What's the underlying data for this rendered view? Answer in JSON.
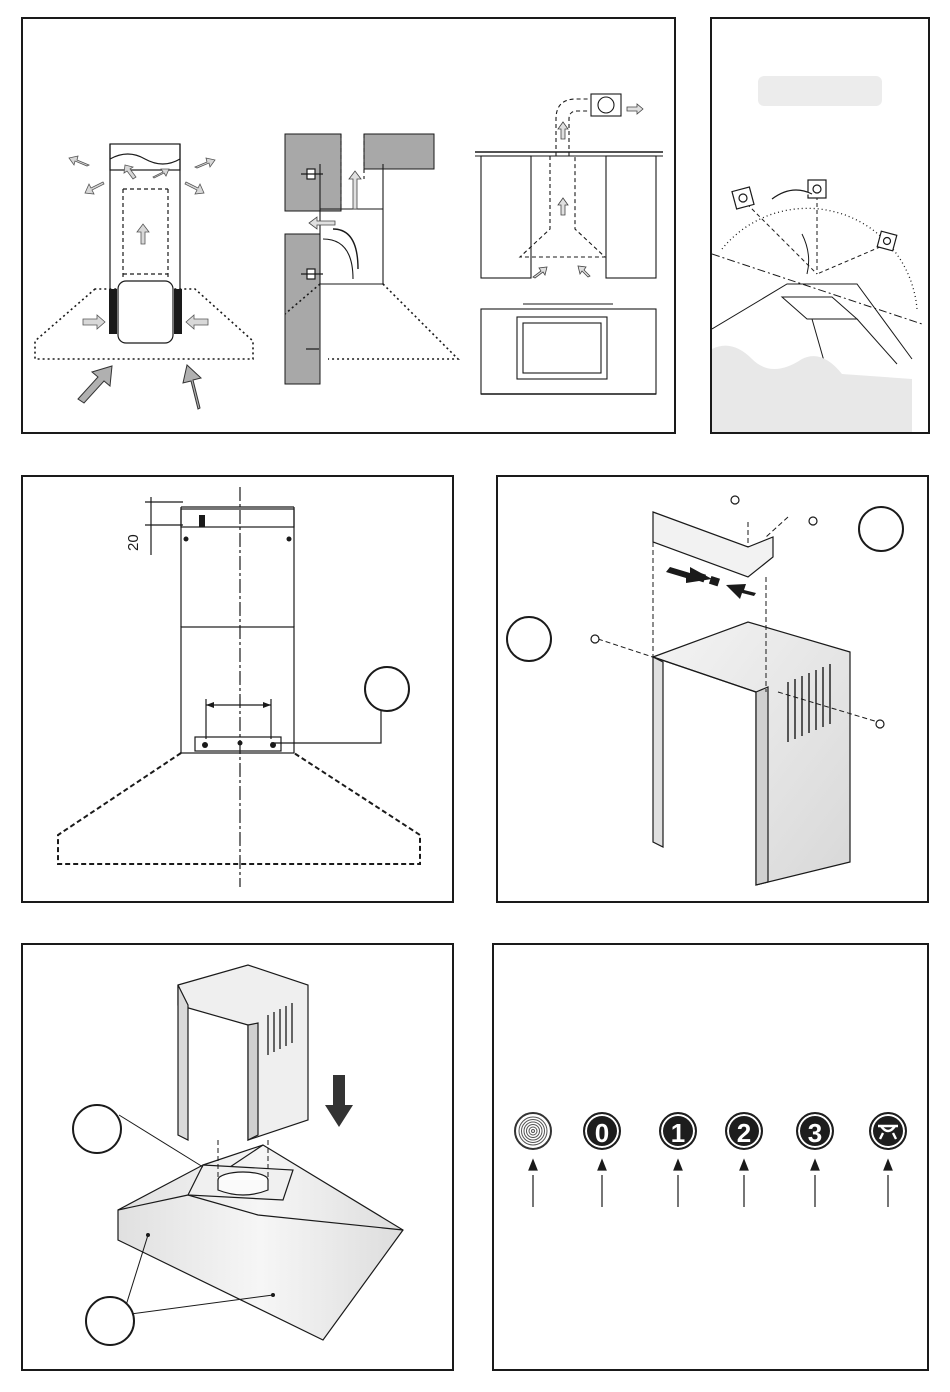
{
  "figure": {
    "panels": [
      {
        "id": "air-flow",
        "description_text": ""
      },
      {
        "id": "electrical",
        "description_text": ""
      },
      {
        "id": "bracket-position",
        "dimension_label": "20"
      },
      {
        "id": "bracket-assembly"
      },
      {
        "id": "chimney-fitting"
      },
      {
        "id": "controls"
      }
    ],
    "controls": {
      "buttons": [
        {
          "name": "motor-off-button",
          "glyph": "0"
        },
        {
          "name": "speed-1-button",
          "glyph": "1"
        },
        {
          "name": "speed-2-button",
          "glyph": "2"
        },
        {
          "name": "speed-3-button",
          "glyph": "3"
        }
      ],
      "icons": [
        "spiral-icon",
        "light-icon"
      ]
    },
    "colors": {
      "line": "#1a1a1a",
      "wall_gray": "#a8a8a8",
      "arrow_gray": "#b0b0b0",
      "button_dark": "#1d1d1d"
    }
  }
}
